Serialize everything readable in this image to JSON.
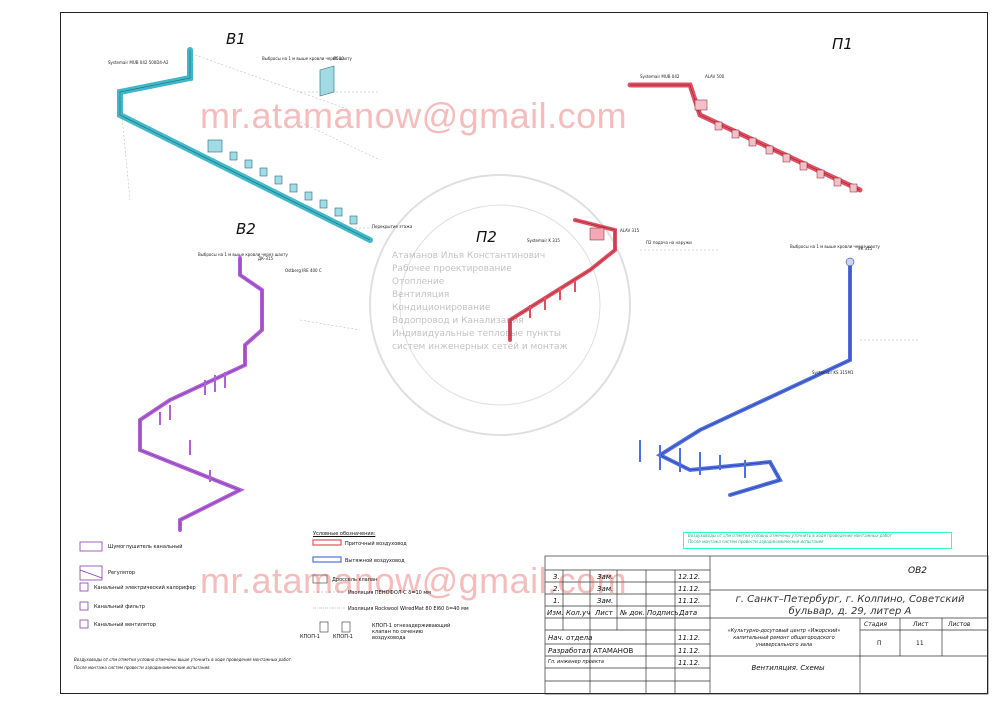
{
  "schemes": {
    "v1": "В1",
    "v2": "В2",
    "p1": "П1",
    "p2": "П2"
  },
  "watermark": {
    "email": "mr.atamanow@gmail.com",
    "stamp_lines": [
      "Атаманов Илья Константинович",
      "Рабочее проектирование",
      "Отопление",
      "Вентиляция",
      "Кондиционирование",
      "Водопровод и Канализация",
      "Индивидуальные тепловые пункты",
      "систем инженерных сетей и монтаж"
    ]
  },
  "legend": {
    "left": [
      "Шумоглушитель канальный",
      "Регулятор",
      "Канальный электрический калорифер",
      "Канальный фильтр",
      "Канальный вентилятор"
    ],
    "right_title": "Условные обозначения:",
    "right": [
      "Приточный воздуховод",
      "Вытяжной воздуховод",
      "Дроссель клапан",
      "Изоляция ПЕНОФОЛ С δ=10 мм",
      "Изоляция Rockwool WiredMat 80 ЕI60 δ=40 мм",
      "КПОП-1 огнезадерживающий клапан по сечению воздуховода"
    ],
    "valve_labels": [
      "КПОП-1",
      "КПОП-1"
    ]
  },
  "notes_left": [
    "Воздуховоды от спм отметки условно отмечены выше уточнить в ходе проведения монтажных работ.",
    "После монтажа систем провести аэродинамические испытания."
  ],
  "notes_box": [
    "Воздуховоды от спм отметки условно отмечены уточнить в ходе проведения монтажных работ",
    "После монтажа систем провести аэродинамические испытания"
  ],
  "drawing_labels": {
    "v1_fan": "Systemair MUB 042 500D4-A2",
    "v1_exhaust": "Выбросы на 1 м выше кровли через шахту",
    "v1_exhaust_size": "Ø500",
    "v2_exhaust": "Выбросы на 1 м выше кровли через шахту",
    "v2_fan": "Ostberg IRE 400 C",
    "v2_damper": "ДК-315",
    "p1_unit": "ALAV 500",
    "p1_fan": "Systemair MUB 042",
    "p2_unit": "ALAV 315",
    "p2_fan": "Systemair K 315",
    "p2_intake": "П2 подача на наружи",
    "p1_right_exhaust": "Выбросы на 1 м выше кровли через шахту",
    "p1_right_size": "ЗК 315",
    "p1_right_fan": "Systemair KS 315M1",
    "perekrytie": "Перекрытие этажа"
  },
  "title_block": {
    "code": "ОВ2",
    "address": "г. Санкт–Петербург, г. Колпино, Советский бульвар, д. 29, литер А",
    "object": "«Культурно-досуговый центр «Ижорский» капитальный ремонт общегородского универсального зала",
    "title": "Вентиляция. Схемы",
    "stage_label": "Стадия",
    "sheet_label": "Лист",
    "sheets_label": "Листов",
    "stage": "П",
    "sheet": "11",
    "sheets": "",
    "revisions": [
      {
        "num": "3.",
        "kind": "Зам.",
        "date": "12.12."
      },
      {
        "num": "2.",
        "kind": "Зам.",
        "date": "11.12."
      },
      {
        "num": "1.",
        "kind": "Зам.",
        "date": "11.12."
      }
    ],
    "header": [
      "Изм.",
      "Кол.уч",
      "Лист",
      "№ док.",
      "Подпись",
      "Дата"
    ],
    "roles": [
      {
        "role": "Нач. отдела",
        "name": "",
        "date": "11.12."
      },
      {
        "role": "Разработал",
        "name": "АТАМАНОВ",
        "date": "11.12."
      },
      {
        "role": "Гл. инженер проекта",
        "name": "",
        "date": "11.12."
      }
    ]
  },
  "colors": {
    "supply": "#e05060",
    "exhaust": "#4f6fe0",
    "v1": "#40b8c8",
    "v2": "#b060d8",
    "watermark": "#e05050"
  }
}
